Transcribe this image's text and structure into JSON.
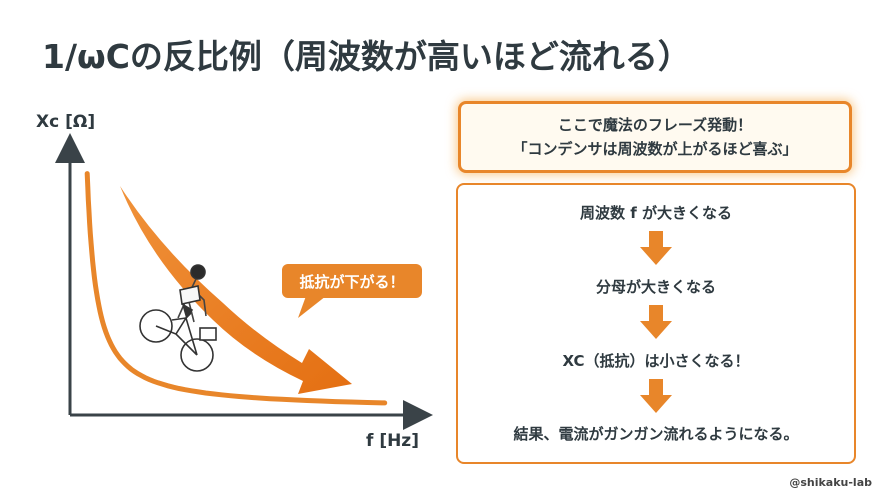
{
  "title": "1/ωCの反比例（周波数が高いほど流れる）",
  "chart_data": {
    "type": "line",
    "ylabel": "Xc [Ω]",
    "xlabel": "f [Hz]",
    "series": [
      {
        "x": [
          0.3,
          0.5,
          0.8,
          1.2,
          2,
          3,
          4,
          6,
          8,
          10
        ],
        "values": [
          10,
          6,
          3.75,
          2.5,
          1.5,
          1.0,
          0.75,
          0.5,
          0.375,
          0.3
        ]
      }
    ],
    "xlim": [
      0,
      10.5
    ],
    "ylim": [
      0,
      11
    ],
    "grid": false
  },
  "annotation": {
    "badge": "抵抗が下がる！",
    "trend_arrow_direction": "down-right",
    "illustration": "cyclist-riding-down-curve"
  },
  "callout": {
    "line1": "ここで魔法のフレーズ発動！",
    "line2": "「コンデンサは周波数が上がるほど喜ぶ」"
  },
  "flow": {
    "steps": [
      "周波数 f が大きくなる",
      "分母が大きくなる",
      "XC（抵抗）は小さくなる！",
      "結果、電流がガンガン流れるようになる。"
    ]
  },
  "credit": "@shikaku-lab",
  "colors": {
    "accent": "#e8862a",
    "text": "#2f3a40",
    "axis": "#3a4348"
  }
}
